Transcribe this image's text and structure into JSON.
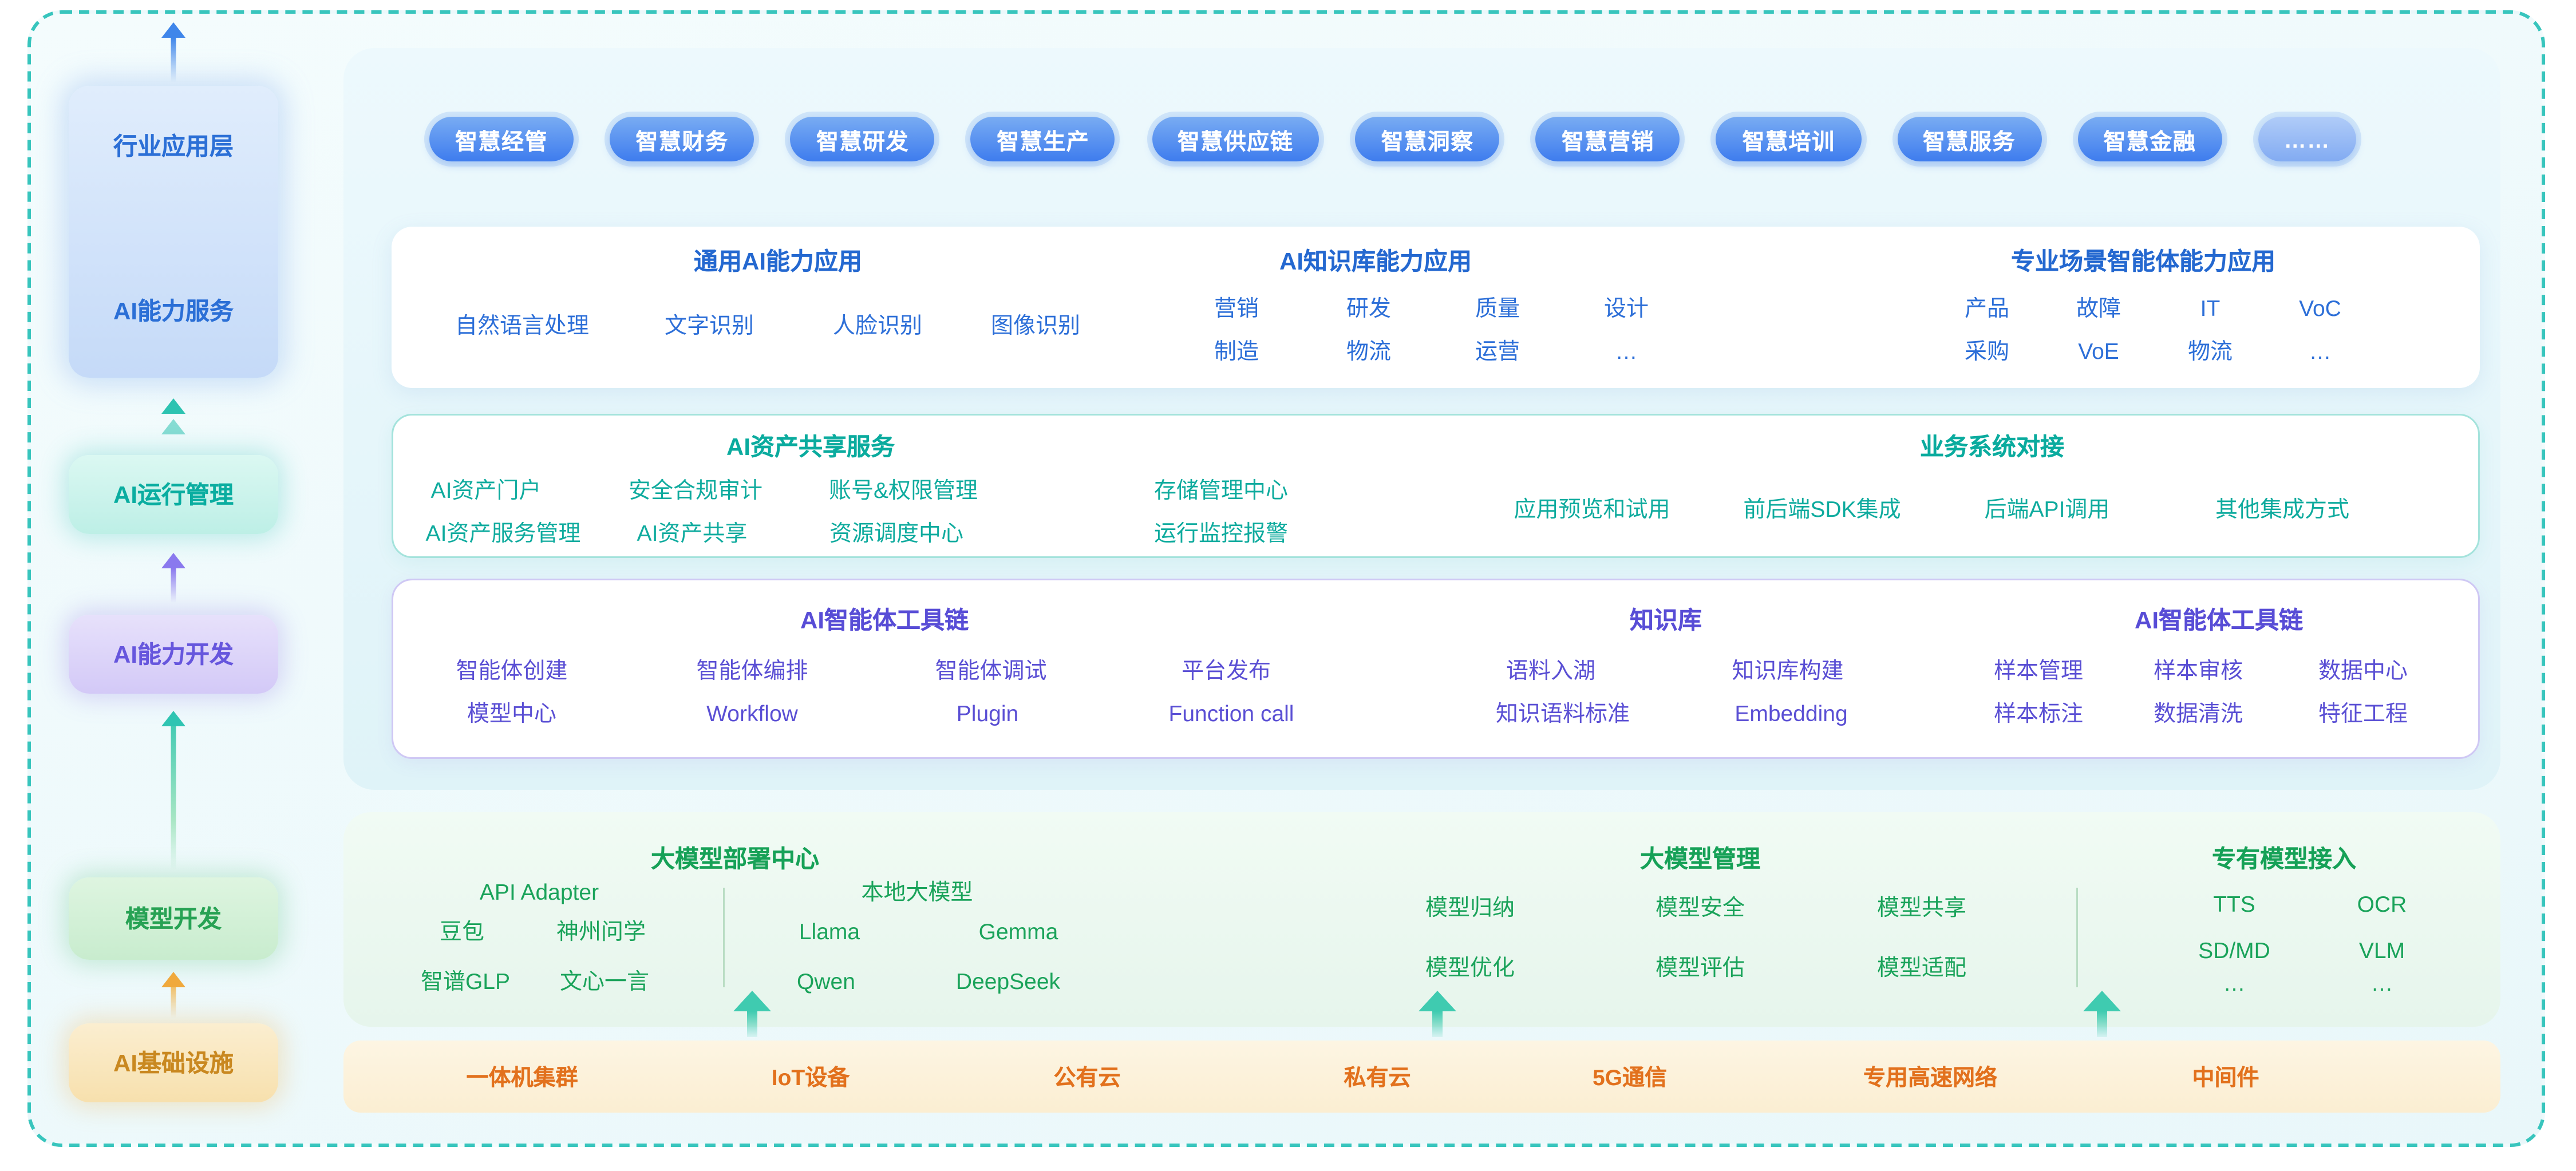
{
  "colors": {
    "frame_border": "#38c5bd",
    "blue": "#2b6fd6",
    "teal": "#0aada0",
    "purple": "#5a4fd4",
    "green": "#17a257",
    "orange": "#e2711d",
    "pill_blue": "#3f7eee"
  },
  "sidebar": {
    "industry_layer": "行业应用层",
    "ai_capability_service": "AI能力服务",
    "ai_ops": "AI运行管理",
    "ai_dev": "AI能力开发",
    "model_dev": "模型开发",
    "ai_infra": "AI基础设施"
  },
  "pills": [
    "智慧经管",
    "智慧财务",
    "智慧研发",
    "智慧生产",
    "智慧供应链",
    "智慧洞察",
    "智慧营销",
    "智慧培训",
    "智慧服务",
    "智慧金融",
    "……"
  ],
  "general_ai": {
    "title": "通用AI能力应用",
    "items": [
      "自然语言处理",
      "文字识别",
      "人脸识别",
      "图像识别"
    ]
  },
  "kb_ai": {
    "title": "AI知识库能力应用",
    "row1": [
      "营销",
      "研发",
      "质量",
      "设计"
    ],
    "row2": [
      "制造",
      "物流",
      "运营",
      "…"
    ]
  },
  "scenario_ai": {
    "title": "专业场景智能体能力应用",
    "row1": [
      "产品",
      "故障",
      "IT",
      "VoC"
    ],
    "row2": [
      "采购",
      "VoE",
      "物流",
      "…"
    ]
  },
  "asset_share": {
    "title": "AI资产共享服务",
    "row1": [
      "AI资产门户",
      "安全合规审计",
      "账号&权限管理",
      "存储管理中心"
    ],
    "row2": [
      "AI资产服务管理",
      "AI资产共享",
      "资源调度中心",
      "运行监控报警"
    ]
  },
  "biz_connect": {
    "title": "业务系统对接",
    "items": [
      "应用预览和试用",
      "前后端SDK集成",
      "后端API调用",
      "其他集成方式"
    ]
  },
  "agent_chain": {
    "title": "AI智能体工具链",
    "row1": [
      "智能体创建",
      "智能体编排",
      "智能体调试",
      "平台发布"
    ],
    "row2": [
      "模型中心",
      "Workflow",
      "Plugin",
      "Function call"
    ]
  },
  "knowledge": {
    "title": "知识库",
    "row1": [
      "语料入湖",
      "知识库构建"
    ],
    "row2": [
      "知识语料标准",
      "Embedding"
    ]
  },
  "data_chain": {
    "title": "AI智能体工具链",
    "row1": [
      "样本管理",
      "样本审核",
      "数据中心"
    ],
    "row2": [
      "样本标注",
      "数据清洗",
      "特征工程"
    ]
  },
  "model_deploy": {
    "title": "大模型部署中心",
    "api_adapter_label": "API Adapter",
    "api_row1": [
      "豆包",
      "神州问学"
    ],
    "api_row2": [
      "智谱GLP",
      "文心一言"
    ],
    "local_label": "本地大模型",
    "local_row1": [
      "Llama",
      "Gemma"
    ],
    "local_row2": [
      "Qwen",
      "DeepSeek"
    ]
  },
  "model_mgmt": {
    "title": "大模型管理",
    "row1": [
      "模型归纳",
      "模型安全",
      "模型共享"
    ],
    "row2": [
      "模型优化",
      "模型评估",
      "模型适配"
    ]
  },
  "private_model": {
    "title": "专有模型接入",
    "row1": [
      "TTS",
      "OCR"
    ],
    "row2": [
      "SD/MD",
      "VLM"
    ],
    "row3": [
      "…",
      "…"
    ]
  },
  "infrastructure": [
    "一体机集群",
    "IoT设备",
    "公有云",
    "私有云",
    "5G通信",
    "专用高速网络",
    "中间件"
  ]
}
